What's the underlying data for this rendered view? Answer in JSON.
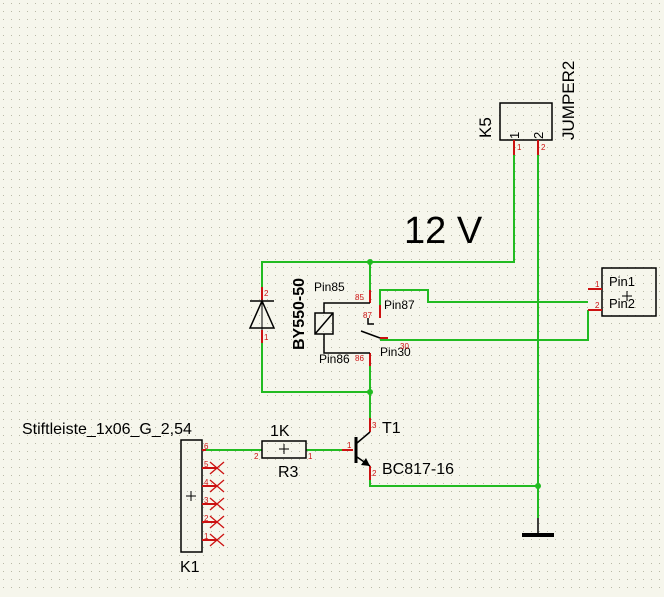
{
  "colors": {
    "background": "#f6f6ec",
    "grid_dot": "#b9b9a6",
    "wire": "#22bb22",
    "pin": "#cc1111",
    "pin_label": "#cc1111",
    "part": "#000000",
    "junction": "#22bb22"
  },
  "annotation": {
    "voltage": "12 V"
  },
  "jumper": {
    "ref": "K5",
    "value": "JUMPER2",
    "pin1": "1",
    "pin2": "2",
    "pin1_num": "1",
    "pin2_num": "2"
  },
  "relay": {
    "value": "BY550-50",
    "pin85": "Pin85",
    "pin86": "Pin86",
    "pin87": "Pin87",
    "pin30": "Pin30",
    "n85": "85",
    "n86": "86",
    "n87": "87",
    "n30": "30"
  },
  "diode": {
    "pin2": "2",
    "pin1": "1"
  },
  "output_connector": {
    "pin1": "Pin1",
    "pin2": "Pin2",
    "n1": "1",
    "n2": "2"
  },
  "transistor": {
    "ref": "T1",
    "value": "BC817-16",
    "pin_c": "3",
    "pin_b": "1",
    "pin_e": "2"
  },
  "resistor": {
    "value": "1K",
    "ref": "R3",
    "pin2": "2",
    "pin1": "1"
  },
  "header": {
    "value": "Stiftleiste_1x06_G_2,54",
    "ref": "K1",
    "pins": [
      "6",
      "5",
      "4",
      "3",
      "2",
      "1"
    ]
  }
}
